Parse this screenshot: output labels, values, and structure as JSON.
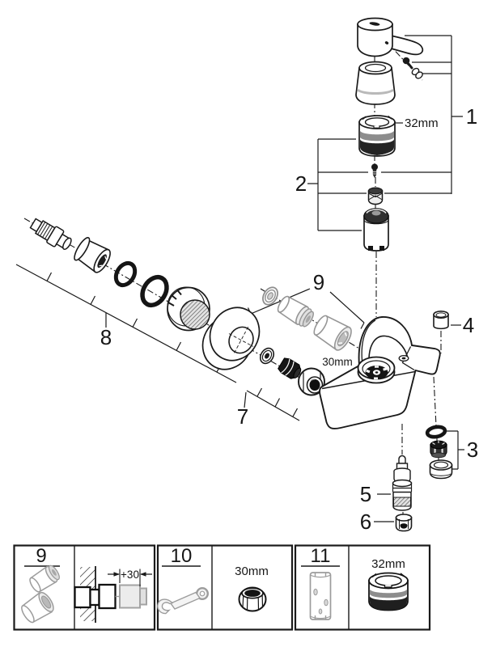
{
  "callouts": {
    "c1": "1",
    "c2": "2",
    "c3": "3",
    "c4": "4",
    "c5": "5",
    "c6": "6",
    "c7": "7",
    "c8": "8",
    "c9": "9"
  },
  "dimensions": {
    "cartridge_ring": "32mm",
    "union_nut": "30mm"
  },
  "legend": {
    "check_valve_kit_label": "9",
    "extension_dim": "+30",
    "wrench_label": "10",
    "nut_dim": "30mm",
    "socket_tool_label": "11",
    "ring_dim": "32mm"
  },
  "colors": {
    "outline": "#1a1a1a",
    "secondary_gray": "#9c9c9c",
    "background": "#ffffff"
  }
}
